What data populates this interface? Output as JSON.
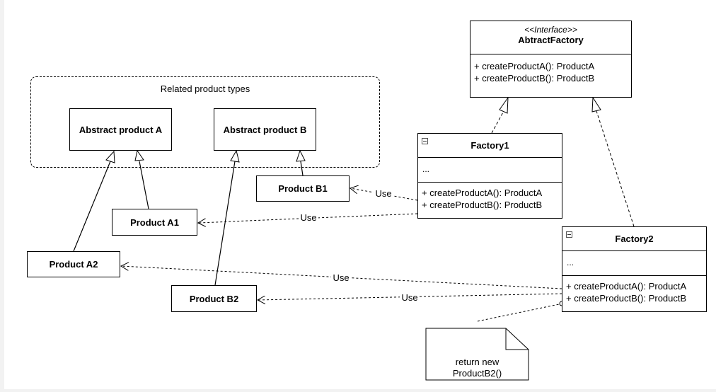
{
  "group": {
    "label": "Related product types"
  },
  "abstract_products": [
    {
      "name": "Abstract product A"
    },
    {
      "name": "Abstract product B"
    }
  ],
  "products": {
    "a1": "Product A1",
    "a2": "Product A2",
    "b1": "Product B1",
    "b2": "Product B2"
  },
  "interface": {
    "stereotype": "<<Interface>>",
    "name": "AbtractFactory",
    "operations": [
      "+ createProductA(): ProductA",
      "+ createProductB(): ProductB"
    ]
  },
  "factory1": {
    "name": "Factory1",
    "attributes": "...",
    "operations": [
      "+ createProductA(): ProductA",
      "+ createProductB(): ProductB"
    ]
  },
  "factory2": {
    "name": "Factory2",
    "attributes": "...",
    "operations": [
      "+ createProductA(): ProductA",
      "+ createProductB(): ProductB"
    ]
  },
  "usage_label": "Use",
  "note": {
    "line1": "return new",
    "line2": "ProductB2()"
  }
}
